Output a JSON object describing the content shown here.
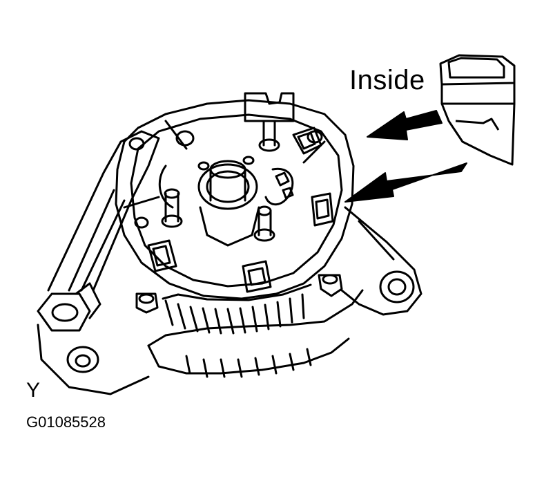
{
  "diagram": {
    "callout_label": "Inside",
    "view_letter": "Y",
    "figure_code": "G01085528"
  },
  "colors": {
    "line": "#000000",
    "background": "#ffffff"
  },
  "icons": [
    "alternator-illustration",
    "rubber-insulator-illustration",
    "pointer-arrow-icon"
  ]
}
